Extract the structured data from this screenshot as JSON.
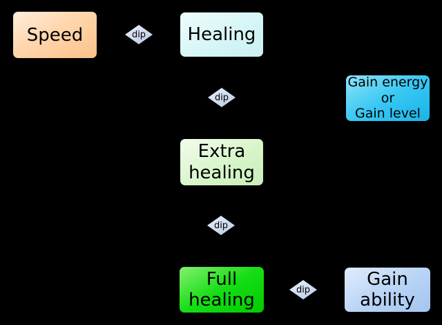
{
  "diagram": {
    "background_color": "#000000",
    "nodes": [
      {
        "id": "speed",
        "label": "Speed",
        "fill": "#ffcc99"
      },
      {
        "id": "healing",
        "label": "Healing",
        "fill": "#d8f6f6"
      },
      {
        "id": "gain-energy-or-level",
        "lines": [
          "Gain energy",
          "or",
          "Gain level"
        ],
        "fill": "#33ccff"
      },
      {
        "id": "extra-healing",
        "lines": [
          "Extra",
          "healing"
        ],
        "fill": "#d8f5ca"
      },
      {
        "id": "full-healing",
        "lines": [
          "Full",
          "healing"
        ],
        "fill": "#00dd00"
      },
      {
        "id": "gain-ability",
        "lines": [
          "Gain",
          "ability"
        ],
        "fill": "#b7d3f6"
      }
    ],
    "connectors": [
      {
        "id": "dip-1",
        "label": "dip",
        "fill": "#ccd8ee"
      },
      {
        "id": "dip-2",
        "label": "dip",
        "fill": "#ccd8ee"
      },
      {
        "id": "dip-3",
        "label": "dip",
        "fill": "#ccd8ee"
      },
      {
        "id": "dip-4",
        "label": "dip",
        "fill": "#ccd8ee"
      }
    ]
  }
}
